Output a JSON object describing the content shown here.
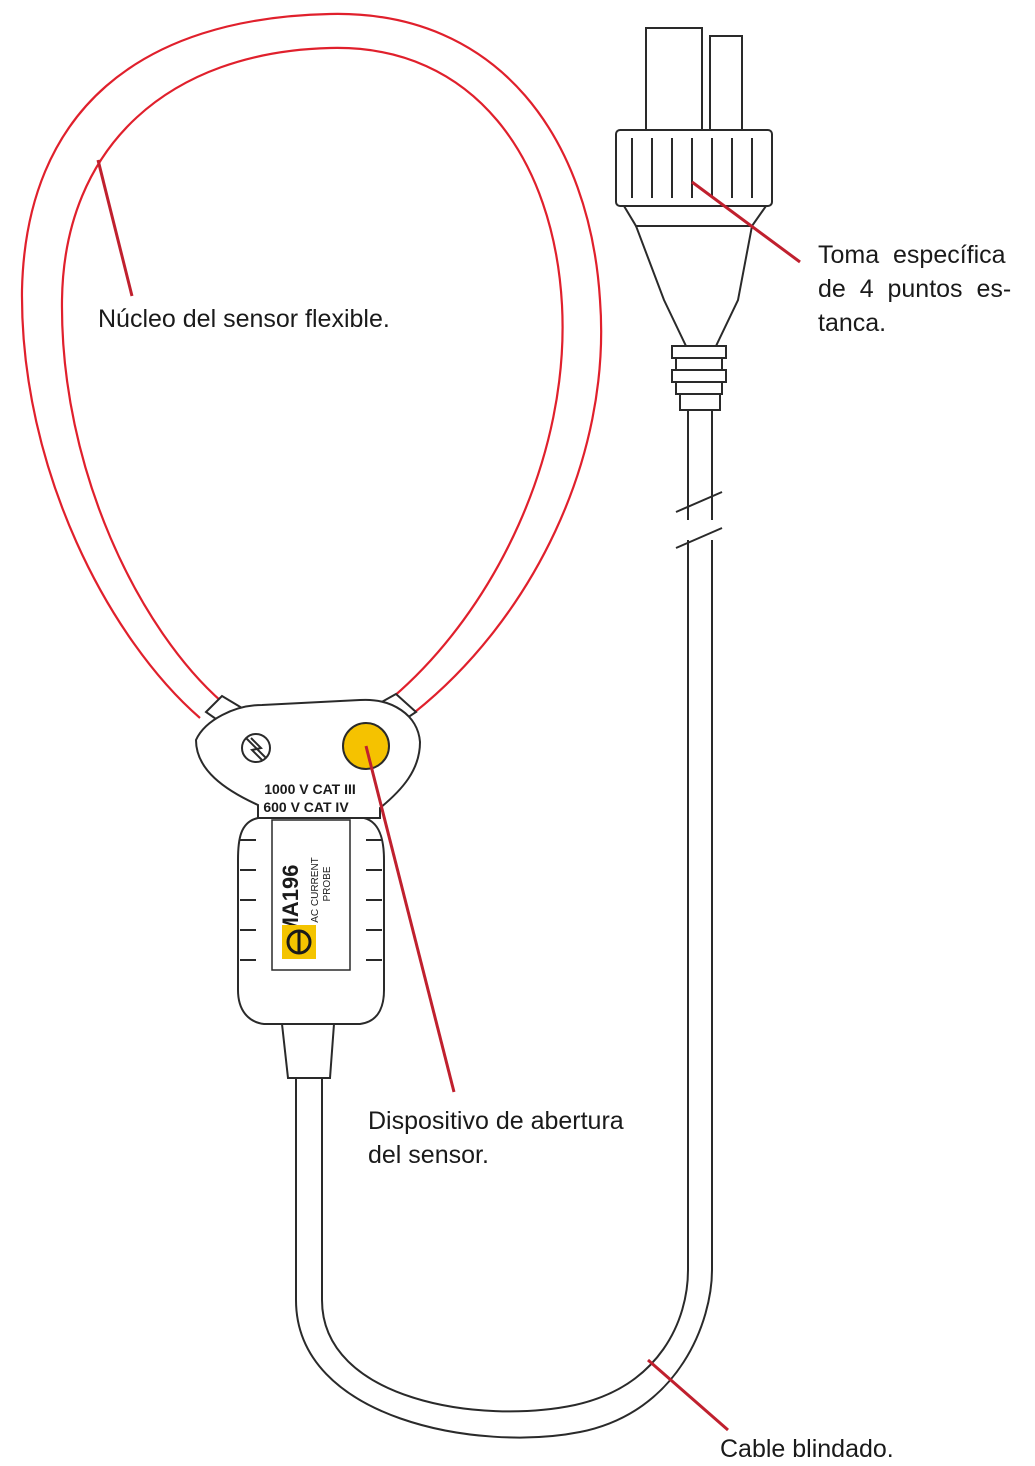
{
  "colors": {
    "outline": "#2a2a2a",
    "core": "#e0202c",
    "leader": "#c0202e",
    "button": "#f5c200",
    "logo": "#f4c400"
  },
  "probe": {
    "rating_line1": "1000 V CAT III",
    "rating_line2": "600 V CAT IV",
    "model": "MA196",
    "type_line1": "AC CURRENT",
    "type_line2": "PROBE",
    "logo_text": "CA",
    "icon_name": "no-bare-conductor-icon"
  },
  "labels": {
    "nucleo": "Núcleo del sensor flexible.",
    "toma_line1": "Toma  específica",
    "toma_line2": "de  4  puntos  es-",
    "toma_line3": "tanca.",
    "dispositivo_line1": "Dispositivo de abertura",
    "dispositivo_line2": "del sensor.",
    "cable": "Cable blindado."
  }
}
